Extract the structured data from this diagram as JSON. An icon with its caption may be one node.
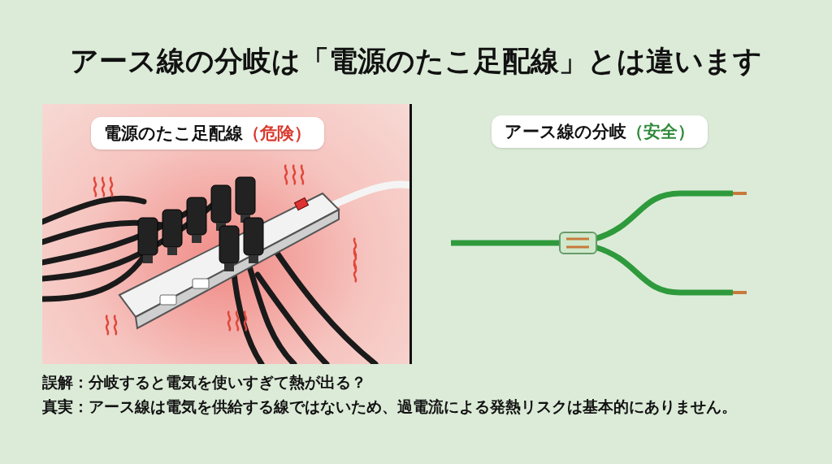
{
  "diagram": {
    "title": "アース線の分岐は「電源のたこ足配線」とは違います",
    "nodes": [
      {
        "text": [
          "電源のたこ足配線",
          "（危険）"
        ]
      },
      {
        "text": [
          "アース線の分岐",
          "（安全）"
        ]
      }
    ],
    "labels": [
      "誤解：分岐すると電気を使いすぎて熱が出る？",
      "真実：アース線は電気を供給する線ではないため、過電流による発熱リスクは基本的にありません。"
    ]
  }
}
